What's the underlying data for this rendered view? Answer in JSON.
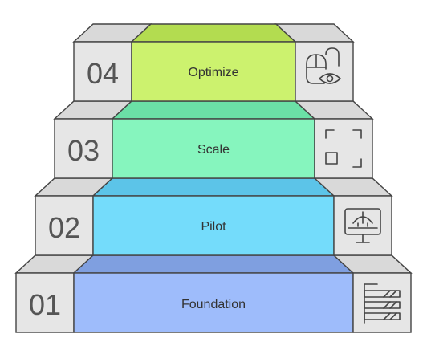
{
  "colors": {
    "side_top": "#d9d9d9",
    "side_face": "#e6e6e6",
    "outline": "#444444"
  },
  "steps": [
    {
      "number": "04",
      "label": "Optimize",
      "color": "#ccf26e",
      "icon": "mouse-eye-icon"
    },
    {
      "number": "03",
      "label": "Scale",
      "color": "#86f5be",
      "icon": "scale-frame-icon"
    },
    {
      "number": "02",
      "label": "Pilot",
      "color": "#74dcfb",
      "icon": "pilot-monitor-icon"
    },
    {
      "number": "01",
      "label": "Foundation",
      "color": "#9ebcfb",
      "icon": "foundation-layers-icon"
    }
  ]
}
